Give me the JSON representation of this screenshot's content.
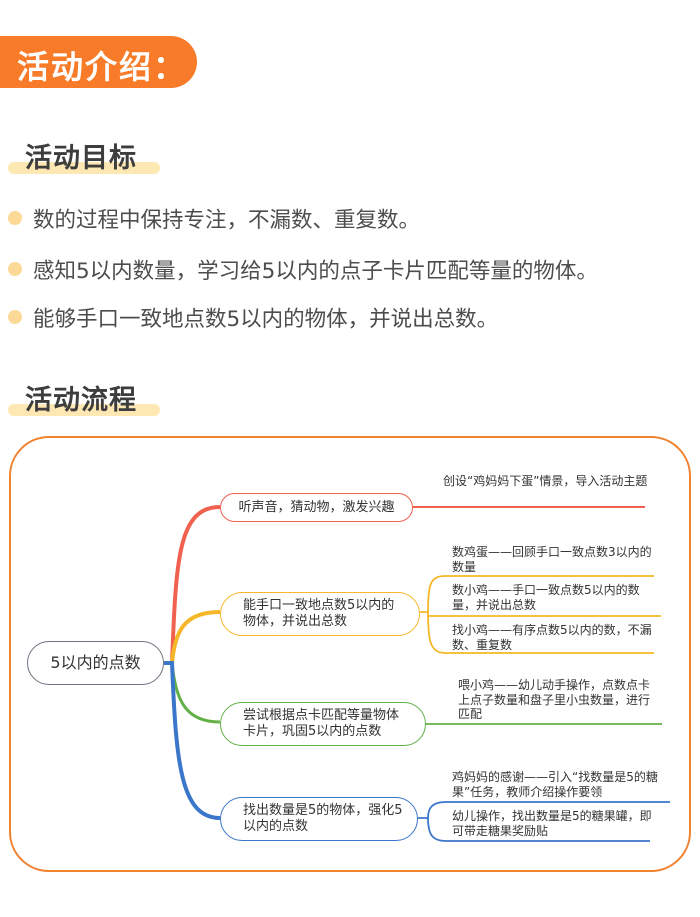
{
  "header": {
    "banner_title": "活动介绍："
  },
  "goals_section": {
    "title": "活动目标",
    "items": [
      "数的过程中保持专注，不漏数、重复数。",
      "感知5以内数量，学习给5以内的点子卡片匹配等量的物体。",
      "能够手口一致地点数5以内的物体，并说出总数。"
    ]
  },
  "process_section": {
    "title": "活动流程"
  },
  "mindmap": {
    "root": "5以内的点数",
    "colors": {
      "frame": "#f08230",
      "branch1": "#f0614f",
      "branch2": "#f5b728",
      "branch3": "#62b146",
      "branch4": "#3a76c9",
      "root_border": "#6b7480"
    },
    "branches": [
      {
        "label": "听声音，猜动物，激发兴趣",
        "children": [
          "创设“鸡妈妈下蛋”情景，导入活动主题"
        ]
      },
      {
        "label": "能手口一致地点数5以内的物体，并说出总数",
        "children": [
          "数鸡蛋——回顾手口一致点数3以内的数量",
          "数小鸡——手口一致点数5以内的数量，并说出总数",
          "找小鸡——有序点数5以内的数，不漏数、重复数"
        ]
      },
      {
        "label": "尝试根据点卡匹配等量物体卡片，巩固5以内的点数",
        "children": [
          "喂小鸡——幼儿动手操作，点数点卡上点子数量和盘子里小虫数量，进行匹配"
        ]
      },
      {
        "label": "找出数量是5的物体，强化5以内的点数",
        "children": [
          "鸡妈妈的感谢——引入“找数量是5的糖果”任务，教师介绍操作要领",
          "幼儿操作，找出数量是5的糖果罐，即可带走糖果奖励贴"
        ]
      }
    ]
  }
}
